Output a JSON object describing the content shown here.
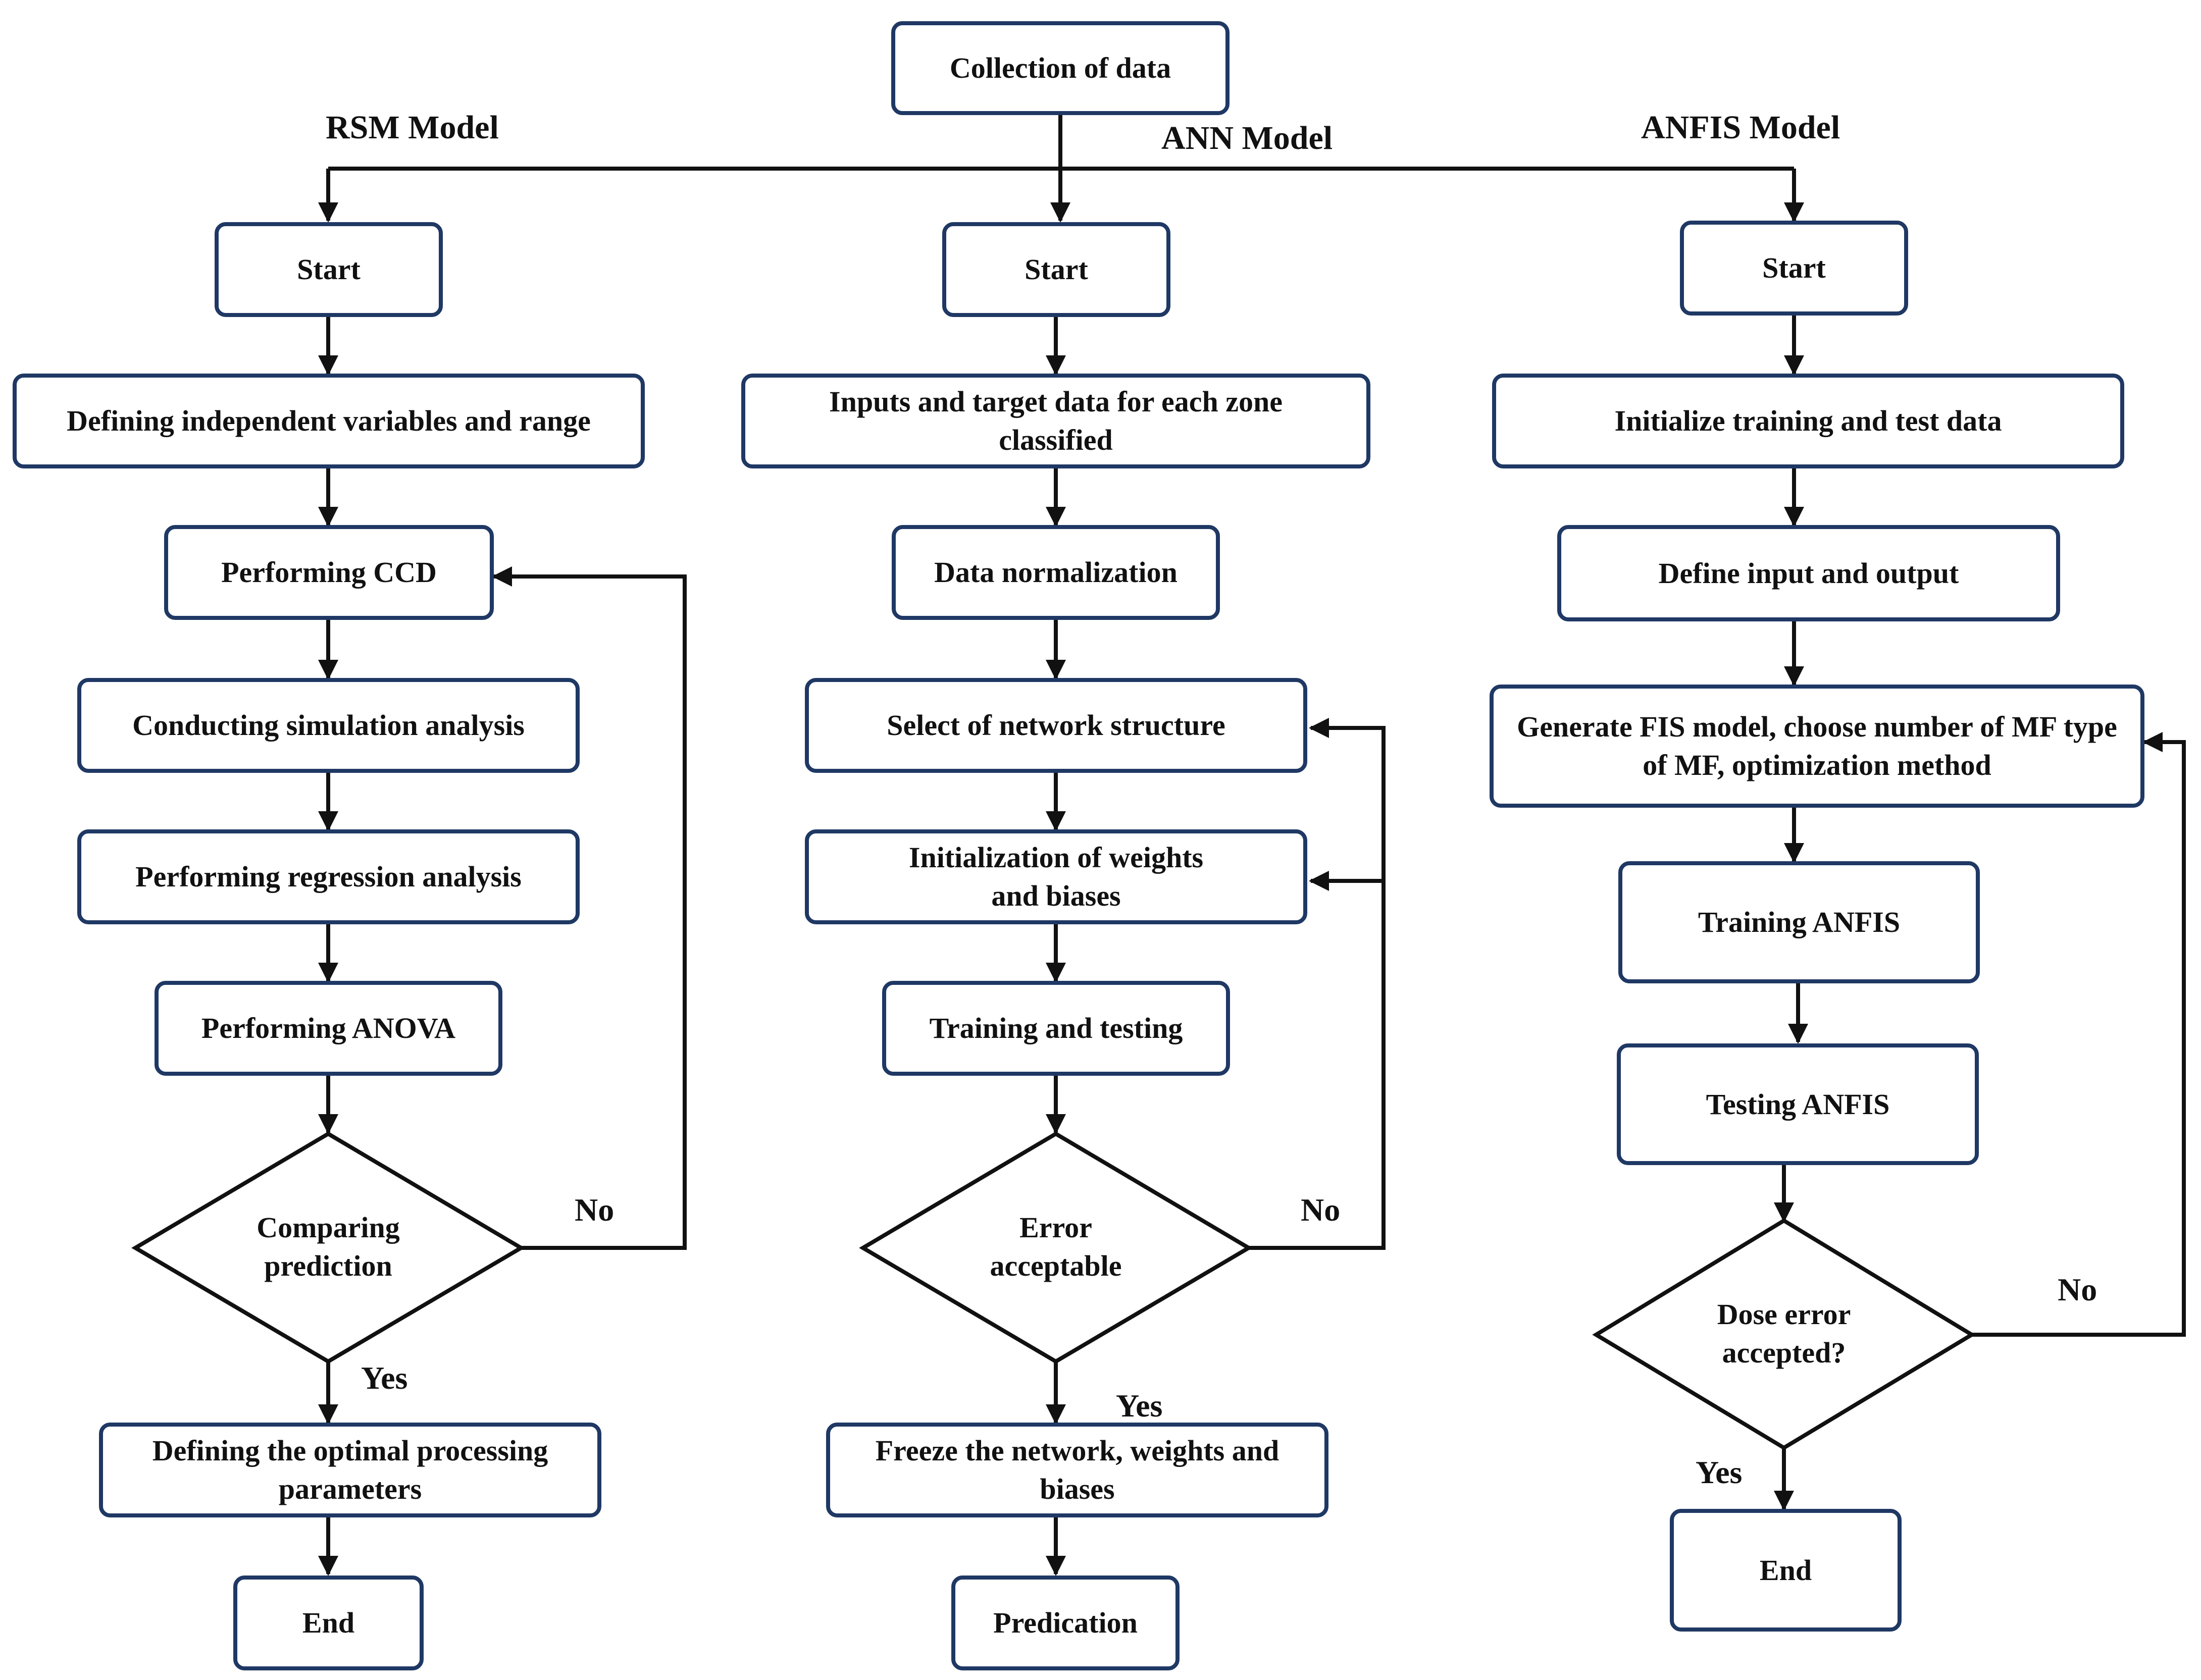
{
  "top": {
    "collection": "Collection of data"
  },
  "headers": {
    "rsm": "RSM Model",
    "ann": "ANN Model",
    "anfis": "ANFIS Model"
  },
  "rsm": {
    "start": "Start",
    "define_vars": "Defining independent variables and range",
    "ccd": "Performing CCD",
    "simulation": "Conducting simulation analysis",
    "regression": "Performing regression analysis",
    "anova": "Performing ANOVA",
    "decision": "Comparing prediction",
    "no": "No",
    "yes": "Yes",
    "optimal": "Defining the optimal processing parameters",
    "end": "End"
  },
  "ann": {
    "start": "Start",
    "inputs": "Inputs and target data for each zone classified",
    "normalization": "Data normalization",
    "structure": "Select of network structure",
    "init_weights": "Initialization of weights and biases",
    "training": "Training and testing",
    "decision": "Error acceptable",
    "no": "No",
    "yes": "Yes",
    "freeze": "Freeze the network, weights and biases",
    "prediction": "Predication"
  },
  "anfis": {
    "start": "Start",
    "init_data": "Initialize training and test data",
    "define_io": "Define input and output",
    "generate_fis": "Generate FIS model, choose number of MF type of MF, optimization method",
    "training": "Training ANFIS",
    "testing": "Testing ANFIS",
    "decision": "Dose error accepted?",
    "no": "No",
    "yes": "Yes",
    "end": "End"
  },
  "colors": {
    "box_border": "#1f3864",
    "line": "#111111"
  }
}
